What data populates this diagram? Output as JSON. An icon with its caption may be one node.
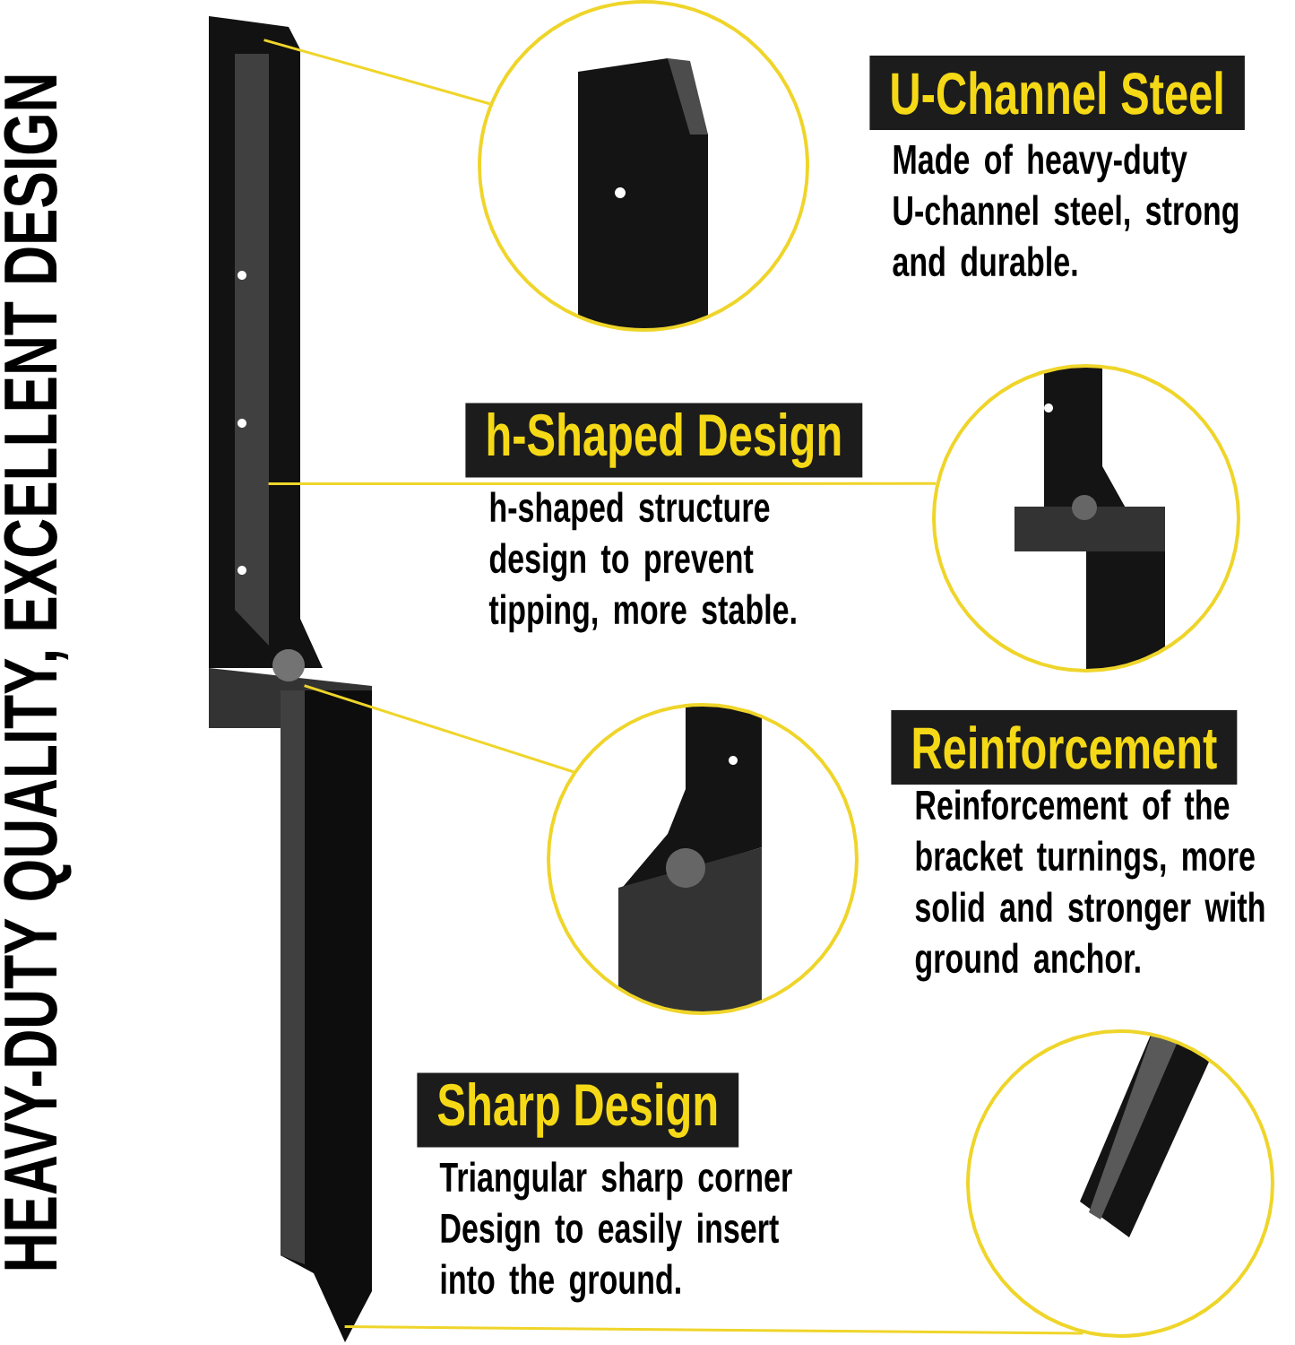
{
  "diagram": {
    "nodes": [
      {
        "text": [],
        "shape": "picture"
      },
      {
        "text": [],
        "shape": "circle"
      },
      {
        "text": [
          "U-Channel Steel"
        ],
        "beside": [
          "Made of heavy-duty U-channel steel, strong and durable."
        ]
      },
      {
        "text": [
          "h-Shaped Design"
        ],
        "beside": [
          "h-shaped structure design to prevent tipping, more stable."
        ]
      },
      {
        "text": [],
        "shape": "circle"
      },
      {
        "text": [],
        "shape": "circle"
      },
      {
        "text": [
          "Reinforcement"
        ],
        "beside": [
          "Reinforcement of the bracket turnings, more solid and stronger with ground anchor."
        ]
      },
      {
        "text": [
          "Sharp Design"
        ],
        "beside": [
          "Triangular sharp corner Design to easily insert into the ground."
        ]
      },
      {
        "text": [],
        "shape": "circle"
      }
    ],
    "edges": [
      {
        "from": 1,
        "to": 0,
        "arrow": "none"
      },
      {
        "from": 4,
        "to": 0,
        "arrow": "none"
      },
      {
        "from": 5,
        "to": 0,
        "arrow": "none"
      },
      {
        "from": 8,
        "to": 0,
        "arrow": "none"
      }
    ],
    "labels": [
      "HEAVY-DUTY QUALITY, EXCELLENT DESIGN"
    ]
  }
}
